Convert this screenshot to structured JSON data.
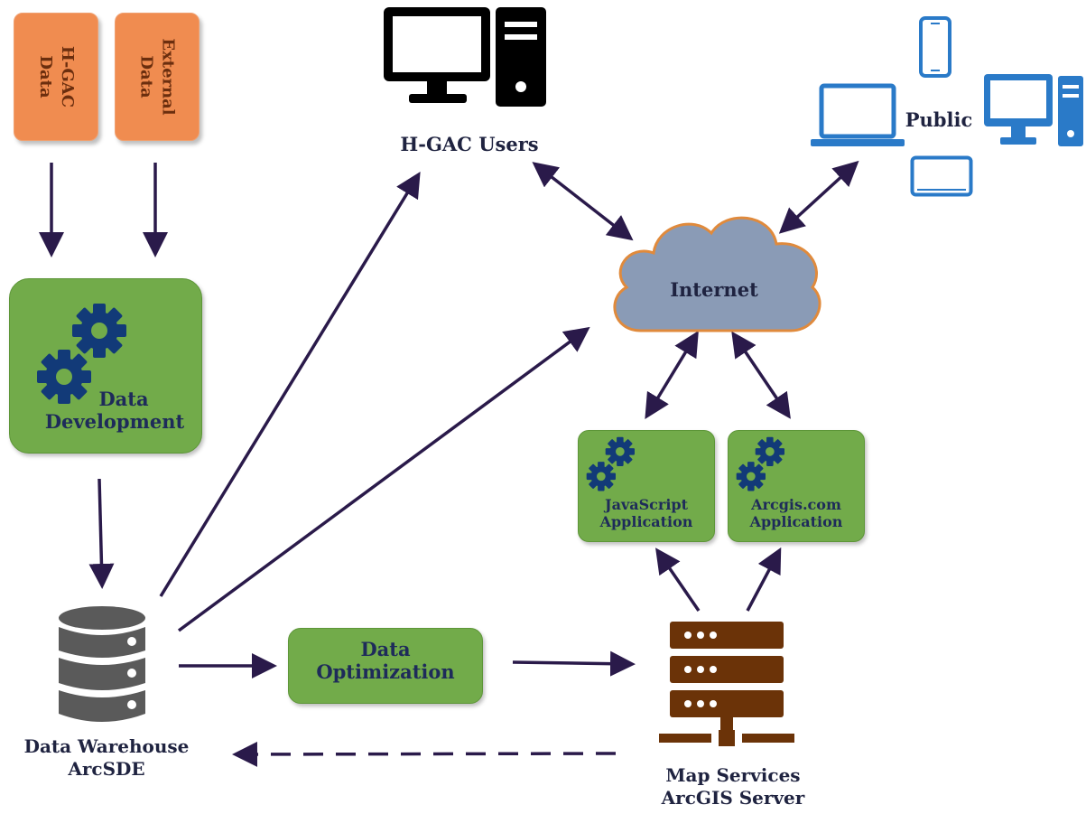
{
  "sources": [
    {
      "lines": [
        "H-GAC",
        "Data"
      ]
    },
    {
      "lines": [
        "External",
        "Data"
      ]
    }
  ],
  "data_development": {
    "lines": [
      "Data",
      "Development"
    ]
  },
  "data_warehouse": {
    "lines": [
      "Data Warehouse",
      "ArcSDE"
    ]
  },
  "data_optimization": {
    "lines": [
      "Data",
      "Optimization"
    ]
  },
  "map_services": {
    "lines": [
      "Map Services",
      "ArcGIS Server"
    ]
  },
  "javascript_app": {
    "lines": [
      "JavaScript",
      "Application"
    ]
  },
  "arcgis_app": {
    "lines": [
      "Arcgis.com",
      "Application"
    ]
  },
  "hgac_users": {
    "label": "H-GAC Users"
  },
  "public": {
    "label": "Public"
  },
  "internet": {
    "label": "Internet"
  },
  "colors": {
    "arrow": "#2a1a4a",
    "green_box": "#72ab4a",
    "orange_box": "#f08c50",
    "cloud_fill": "#8a9bb6",
    "cloud_outline": "#e08a3c",
    "public_devices": "#2a7ac8",
    "server_brown": "#6b3308",
    "database_gray": "#5a5a5a",
    "gear_navy": "#123a78"
  },
  "icons": [
    "desktop-computer-icon",
    "laptop-icon",
    "phone-icon",
    "tablet-icon",
    "cloud-icon",
    "server-rack-icon",
    "database-icon",
    "gear-icon"
  ]
}
